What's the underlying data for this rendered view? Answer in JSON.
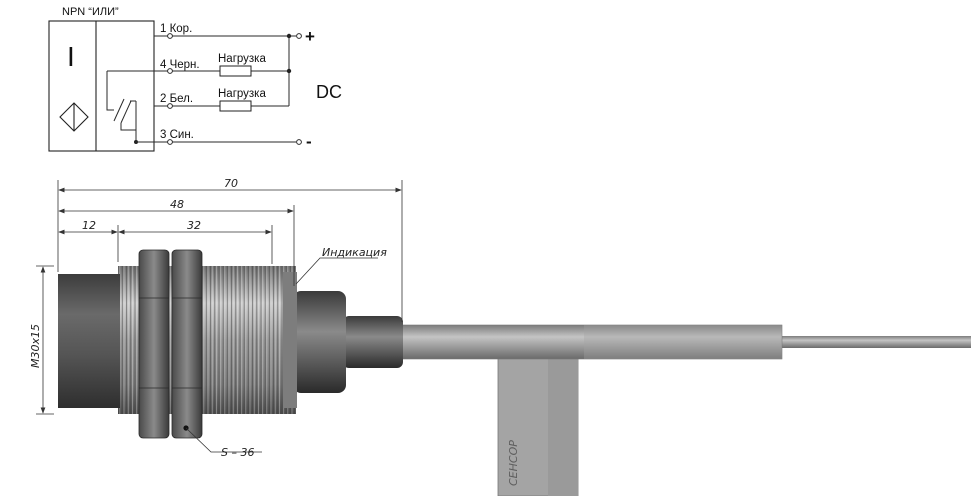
{
  "schematic": {
    "title": "NPN “ИЛИ”",
    "block_symbol": "I",
    "wires": [
      {
        "label": "1 Кор."
      },
      {
        "label": "4 Черн."
      },
      {
        "label": "2 Бел."
      },
      {
        "label": "3 Син."
      }
    ],
    "loads": [
      "Нагрузка",
      "Нагрузка"
    ],
    "plus": "+",
    "minus": "-",
    "supply": "DC"
  },
  "drawing": {
    "dimensions": [
      "70",
      "48",
      "12",
      "32",
      "M30x15",
      "S – 36"
    ],
    "indication_label": "Индикация",
    "bracket_text": "СЕНСОР"
  },
  "colors": {
    "line": "#2a2a2a",
    "body_metal": "#8d8d8d",
    "front_cap": "#5a5a5a",
    "cable": "#9a9a9a",
    "bracket": "#a6a6a6"
  }
}
